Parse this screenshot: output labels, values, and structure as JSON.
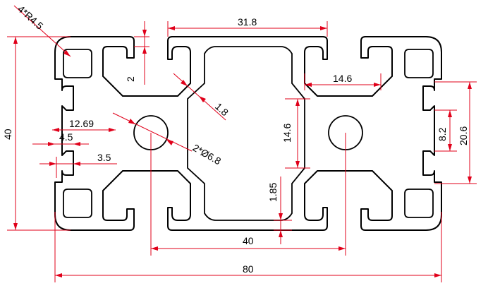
{
  "dimensions": {
    "corner_radius": "4*R4.5",
    "top_slot_width": "31.8",
    "slot_depth": "2",
    "wall_thickness": "1.8",
    "center_web_width": "14.6",
    "center_web_height": "14.6",
    "bore_diameter": "2*Ø6.8",
    "slot_offset": "12.69",
    "slot_lip": "4.5",
    "slot_inner": "3.5",
    "side_slot_opening": "8.2",
    "side_slot_width": "20.6",
    "overall_height": "40",
    "web_gap": "1.85",
    "center_spacing": "40",
    "overall_width": "80"
  },
  "colors": {
    "outline": "#000000",
    "dimension": "#e0001a"
  }
}
